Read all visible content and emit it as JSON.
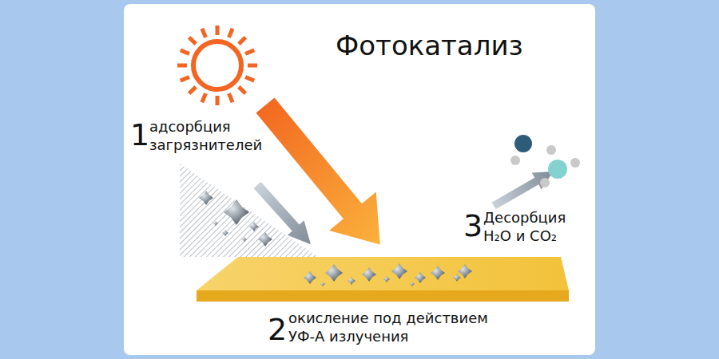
{
  "diagram": {
    "title": "Фотокатализ",
    "labels": [
      "1",
      "адсорбция загрязнителей",
      "2",
      "окисление под действием УФ-А излучения",
      "3",
      "Десорбция H₂O и CO₂"
    ]
  }
}
